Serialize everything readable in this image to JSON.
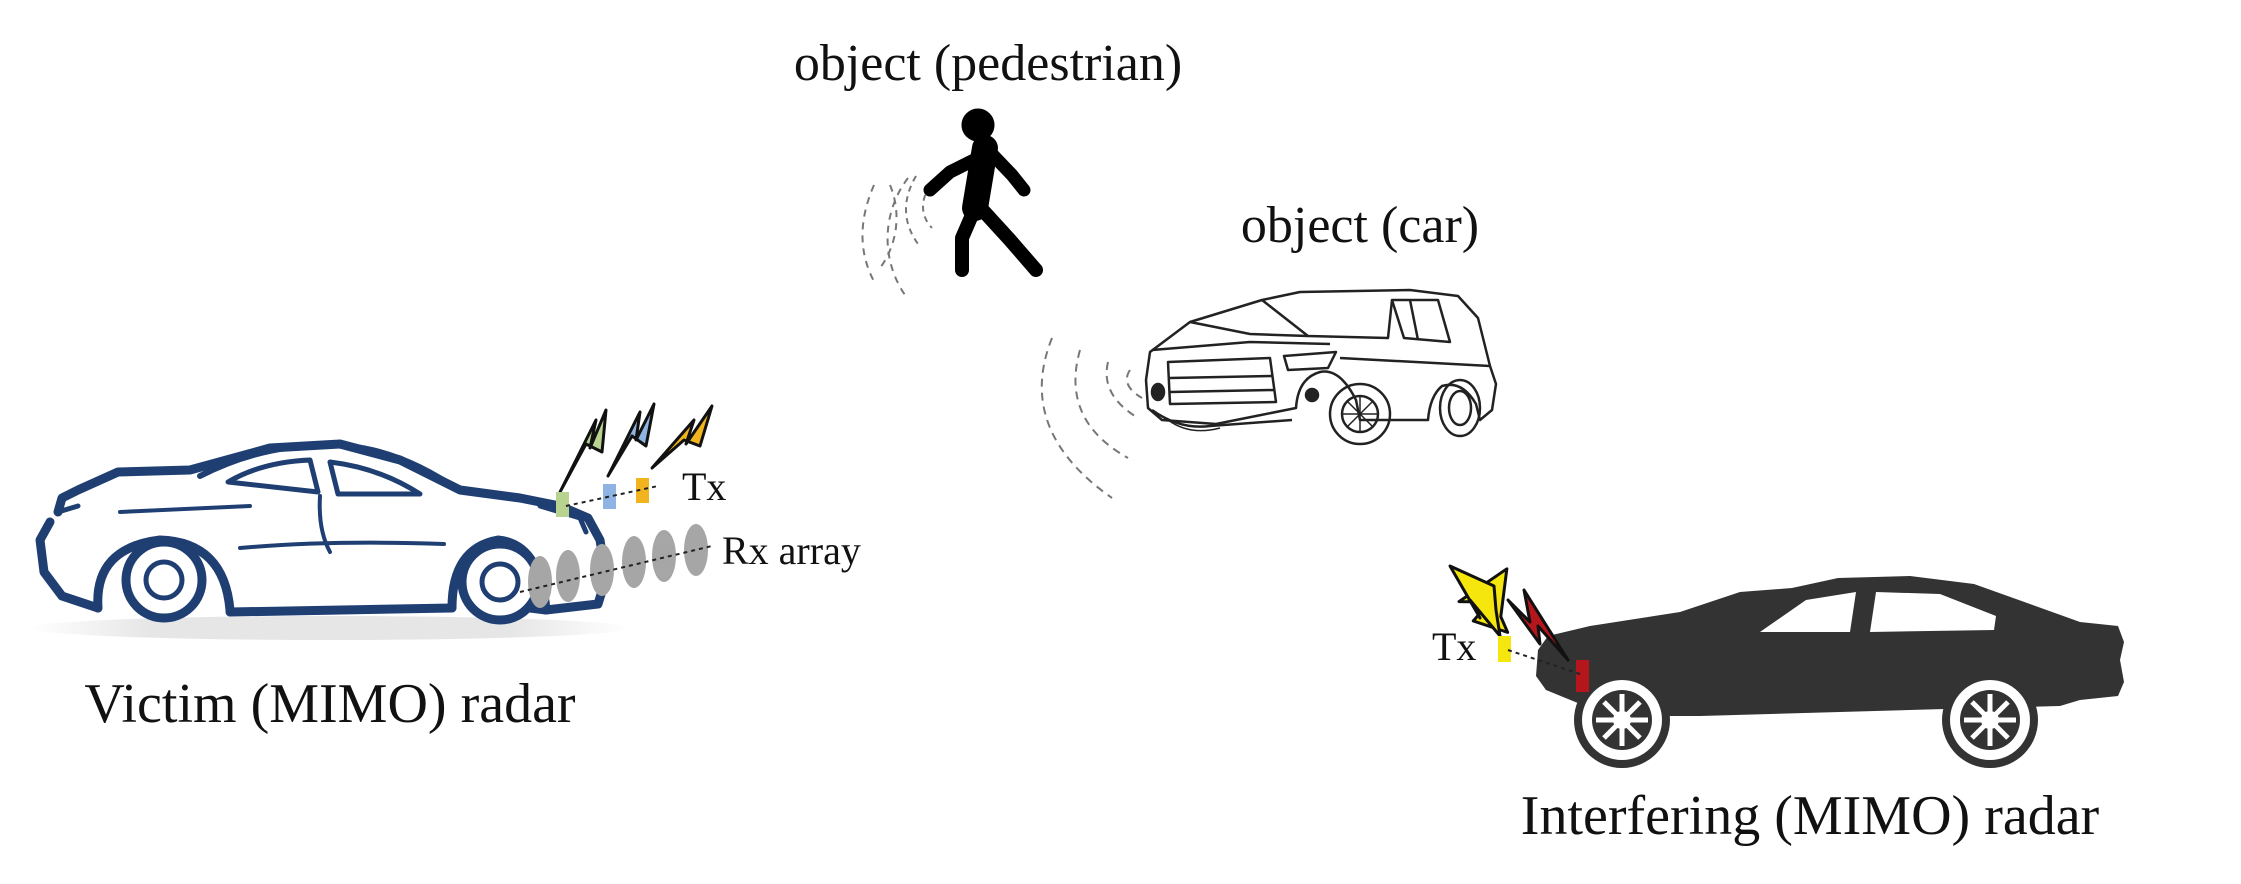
{
  "labels": {
    "pedestrian": "object (pedestrian)",
    "car": "object (car)",
    "victim_tx": "Tx",
    "victim_rx": "Rx array",
    "victim": "Victim (MIMO) radar",
    "interferer_tx": "Tx",
    "interferer": "Interfering (MIMO) radar"
  },
  "colors": {
    "victim_car_outline": "#1f3f73",
    "victim_tx": [
      "#b7d38f",
      "#8fb4e3",
      "#f2b41e"
    ],
    "rx_elements": "#a6a6a6",
    "interferer_car": "#333333",
    "interferer_tx": [
      "#f5e60e",
      "#b4161b"
    ],
    "pedestrian": "#000000",
    "wave": "#777777"
  },
  "icons": {
    "pedestrian": "walking-person-icon",
    "car": "suv-outline-icon",
    "victim_car": "sports-car-outline-icon",
    "interferer_car": "sedan-silhouette-icon"
  }
}
